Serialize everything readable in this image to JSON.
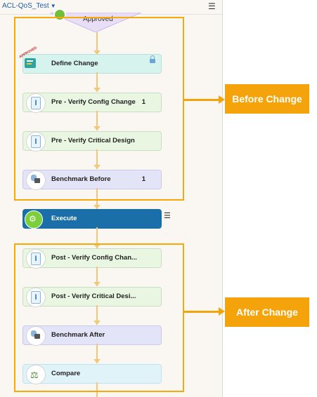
{
  "header": {
    "workflow_title": "ACL-QoS_Test",
    "title_chevron": "chevron-down-icon",
    "menu_icon": "hamburger-icon"
  },
  "approved": {
    "label": "Approved"
  },
  "nodes": [
    {
      "label": "Define Change",
      "count": "",
      "kind": "define",
      "stamp": "APPROVED",
      "lock": true
    },
    {
      "label": "Pre - Verify Config Change",
      "count": "1",
      "kind": "verify"
    },
    {
      "label": "Pre - Verify Critical Design",
      "count": "",
      "kind": "verify"
    },
    {
      "label": "Benchmark Before",
      "count": "1",
      "kind": "bench"
    },
    {
      "label": "Execute",
      "count": "",
      "kind": "execute"
    },
    {
      "label": "Post - Verify Config Chan...",
      "count": "",
      "kind": "verify"
    },
    {
      "label": "Post - Verify Critical Desi...",
      "count": "",
      "kind": "verify"
    },
    {
      "label": "Benchmark After",
      "count": "",
      "kind": "bench"
    },
    {
      "label": "Compare",
      "count": "",
      "kind": "compare"
    }
  ],
  "callouts": {
    "before": "Before Change",
    "after": "After Change"
  },
  "colors": {
    "highlight": "#f6a90a",
    "execute": "#1a6fa8",
    "connector": "#f2c77a"
  }
}
